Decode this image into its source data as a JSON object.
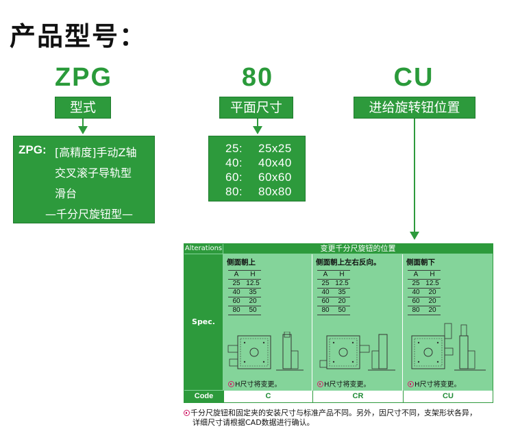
{
  "page": {
    "title": "产品型号："
  },
  "codes": [
    {
      "code": "ZPG",
      "label": "型式"
    },
    {
      "code": "80",
      "label": "平面尺寸"
    },
    {
      "code": "CU",
      "label": "进给旋转钮位置"
    }
  ],
  "type_desc": {
    "prefix": "ZPG:",
    "lines": [
      "[高精度]手动Z轴",
      "交叉滚子导轨型",
      "滑台",
      "—千分尺旋钮型—"
    ]
  },
  "sizes": [
    {
      "k": "25:",
      "v": "25x25"
    },
    {
      "k": "40:",
      "v": "40x40"
    },
    {
      "k": "60:",
      "v": "60x60"
    },
    {
      "k": "80:",
      "v": "80x80"
    }
  ],
  "spec_table": {
    "alterations_label": "Alterations",
    "header": "变更千分尺旋钮的位置",
    "spec_label": "Spec.",
    "code_label": "Code",
    "mini_header": [
      "A",
      "H"
    ],
    "columns": [
      {
        "title": "侧面朝上",
        "code": "C",
        "rows": [
          [
            "25",
            "12.5"
          ],
          [
            "40",
            "35"
          ],
          [
            "60",
            "20"
          ],
          [
            "80",
            "50"
          ]
        ],
        "note": "H尺寸将变更。"
      },
      {
        "title": "侧面朝上左右反向。",
        "code": "CR",
        "rows": [
          [
            "25",
            "12.5"
          ],
          [
            "40",
            "35"
          ],
          [
            "60",
            "20"
          ],
          [
            "80",
            "50"
          ]
        ],
        "note": "H尺寸将变更。"
      },
      {
        "title": "侧面朝下",
        "code": "CU",
        "rows": [
          [
            "25",
            "12.5"
          ],
          [
            "40",
            "20"
          ],
          [
            "60",
            "20"
          ],
          [
            "80",
            "20"
          ]
        ],
        "note": "H尺寸将变更。"
      }
    ]
  },
  "footnote": {
    "line1": "千分尺旋钮和固定夹的安装尺寸与标准产品不同。另外，因尺寸不同，支架形状各异，",
    "line2": "详细尺寸请根据CAD数据进行确认。"
  },
  "colors": {
    "accent": "#2d9a3c",
    "panel": "#84d49a",
    "code_text": "#2a9a3a",
    "warn": "#d0206a"
  }
}
